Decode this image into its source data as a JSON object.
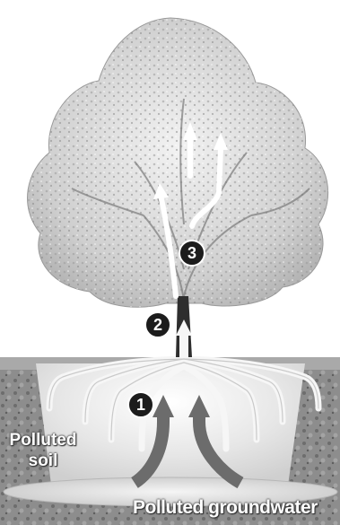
{
  "labels": {
    "soil_line1": "Polluted",
    "soil_line2": "soil",
    "groundwater": "Polluted groundwater"
  },
  "steps": [
    "1",
    "2",
    "3"
  ],
  "colors": {
    "arrow_fill": "#f4f4f4",
    "upflow_arrow": "#6c6c6c",
    "marker_bg": "#1c1c1c",
    "soil": "#8c8c8c",
    "groundwater": "#e8e8e8"
  }
}
